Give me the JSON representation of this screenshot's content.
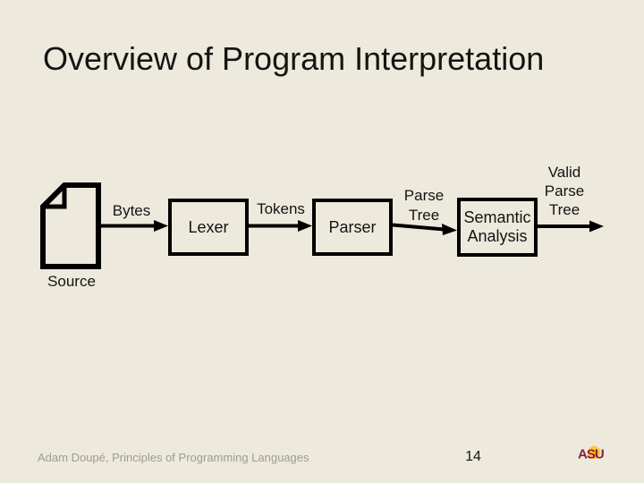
{
  "slide": {
    "title": "Overview of Program Interpretation",
    "footer": "Adam Doupé, Principles of Programming Languages",
    "page_number": "14",
    "logo_text": "ASU"
  },
  "diagram": {
    "source_label": "Source",
    "nodes": [
      {
        "label": "Lexer"
      },
      {
        "label": "Parser"
      },
      {
        "label": "Semantic Analysis"
      }
    ],
    "edges": [
      {
        "name": "bytes",
        "lines": [
          "Bytes"
        ]
      },
      {
        "name": "tokens",
        "lines": [
          "Tokens"
        ]
      },
      {
        "name": "parse-tree",
        "lines": [
          "Parse",
          "Tree"
        ]
      },
      {
        "name": "valid-parse-tree",
        "lines": [
          "Valid",
          "Parse",
          "Tree"
        ]
      }
    ]
  },
  "colors": {
    "background": "#EDE9DC",
    "ink": "#141414",
    "footer_gray": "#9D9C91",
    "asu_maroon": "#8C1D40",
    "asu_gold": "#FFC627"
  }
}
